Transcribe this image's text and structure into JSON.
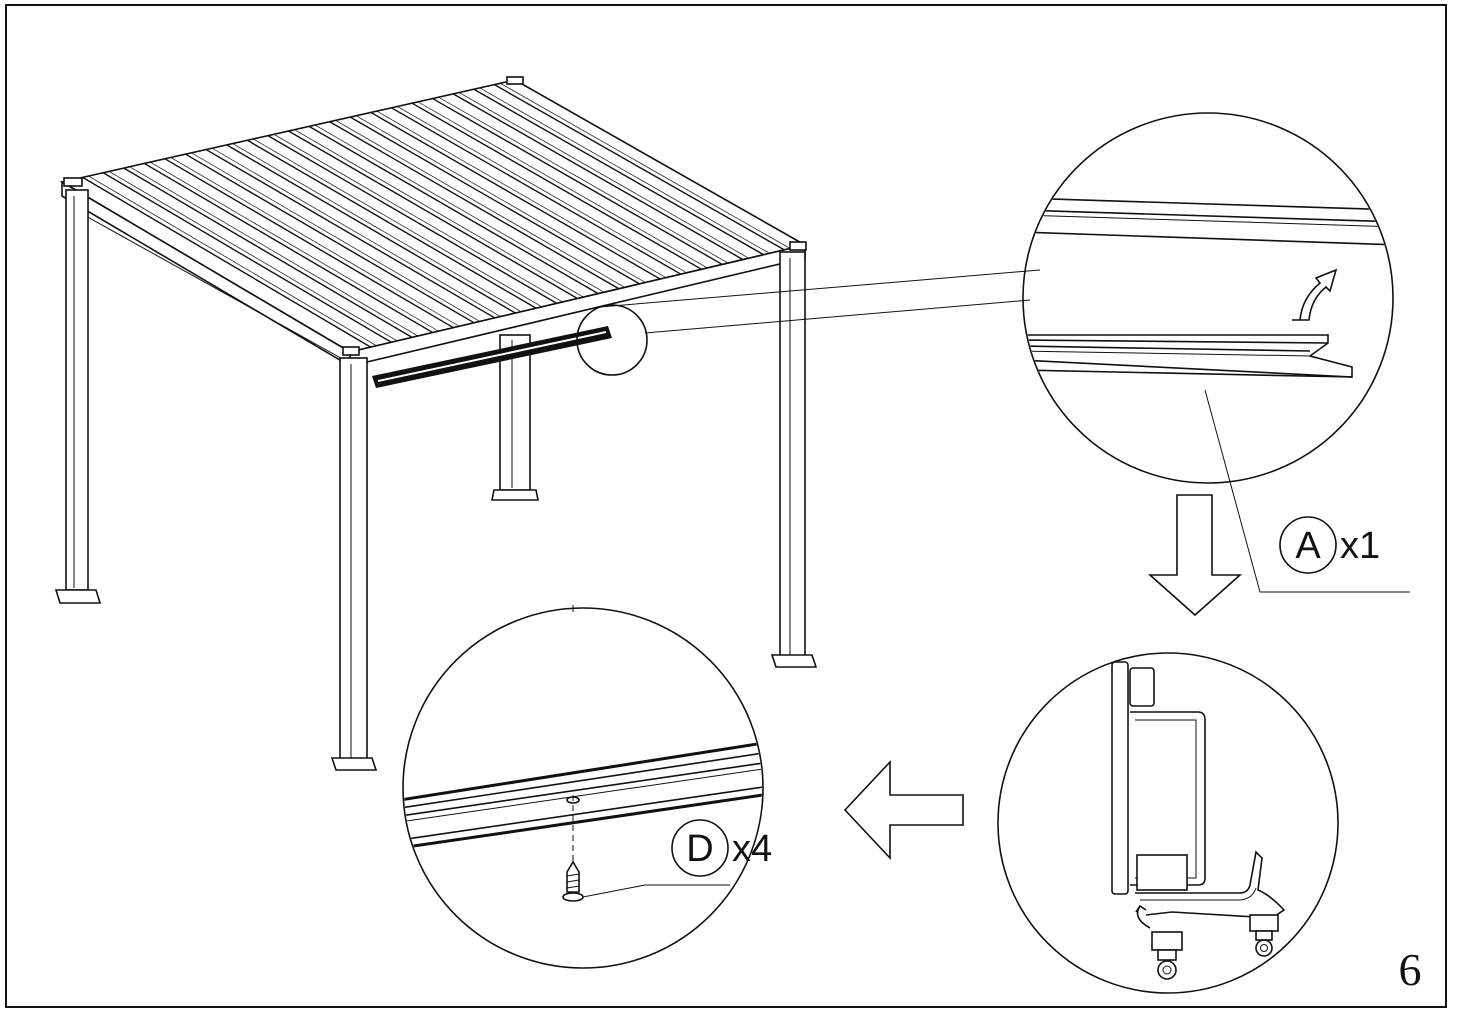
{
  "callouts": {
    "part_a": {
      "letter": "A",
      "qty": "x1"
    },
    "part_d": {
      "letter": "D",
      "qty": "x4"
    }
  },
  "page_number": "6",
  "colors": {
    "line": "#111111",
    "background": "#ffffff"
  },
  "icons": [
    "rotate-arrow-icon",
    "down-arrow-icon",
    "left-arrow-icon",
    "screw-icon"
  ]
}
